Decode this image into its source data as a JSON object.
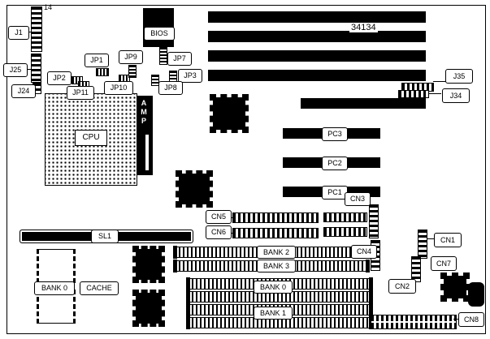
{
  "board": {
    "part_number": "34134",
    "corner_pin_label": "14",
    "labels": {
      "j1": "J1",
      "j24": "J24",
      "j25": "J25",
      "j34": "J34",
      "j35": "J35",
      "jp1": "JP1",
      "jp2": "JP2",
      "jp3": "JP3",
      "jp7": "JP7",
      "jp8": "JP8",
      "jp9": "JP9",
      "jp10": "JP10",
      "jp11": "JP11",
      "bios": "BIOS",
      "cpu": "CPU",
      "amp": "AMP",
      "pc1": "PC1",
      "pc2": "PC2",
      "pc3": "PC3",
      "sl1": "SL1",
      "cn1": "CN1",
      "cn2": "CN2",
      "cn3": "CN3",
      "cn4": "CN4",
      "cn5": "CN5",
      "cn6": "CN6",
      "cn7": "CN7",
      "cn8": "CN8",
      "bank0_simm": "BANK 0",
      "bank1_simm": "BANK 1",
      "bank2_simm": "BANK 2",
      "bank3_simm": "BANK 3",
      "bank0_sram": "BANK 0",
      "cache": "CACHE"
    }
  }
}
